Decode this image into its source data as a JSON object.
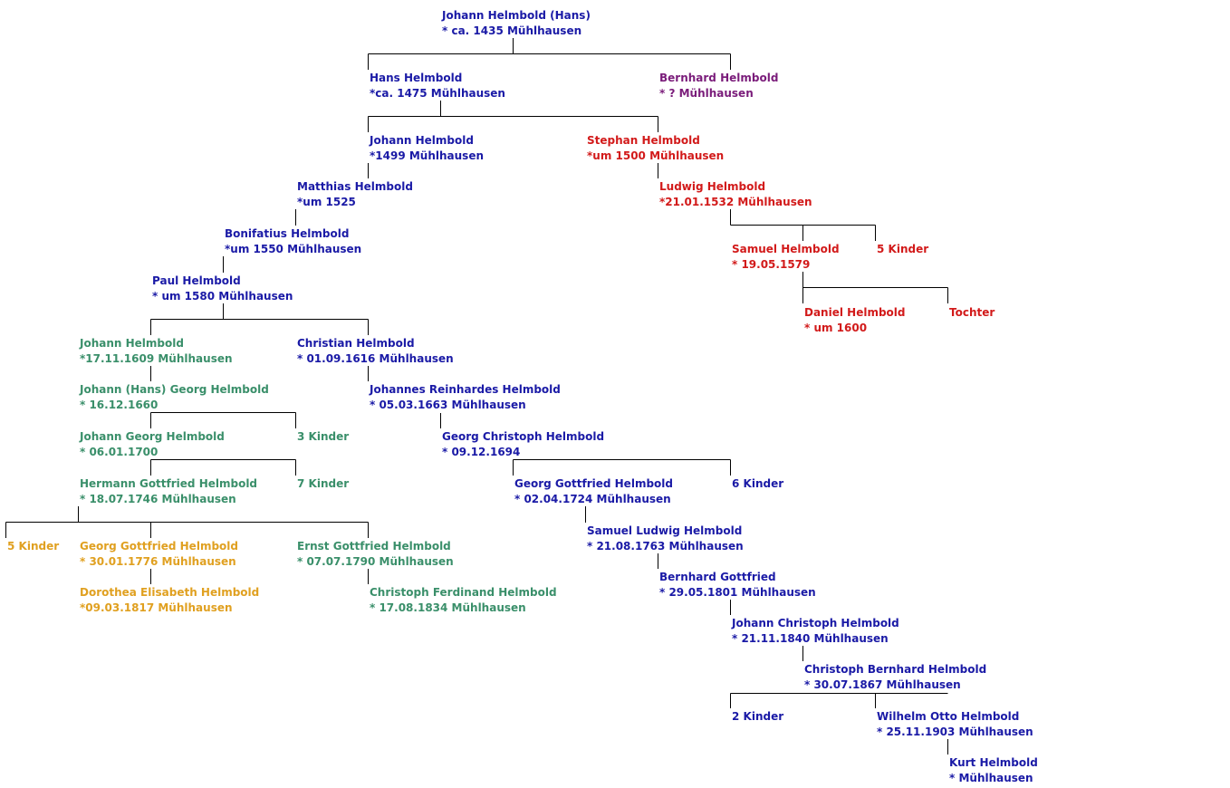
{
  "persons": [
    {
      "id": "johann-hans-1435",
      "name": "Johann Helmbold (Hans)",
      "info": "* ca. 1435 Mühlhausen",
      "color": "blue"
    },
    {
      "id": "hans-1475",
      "name": "Hans Helmbold",
      "info": "*ca. 1475 Mühlhausen",
      "color": "blue"
    },
    {
      "id": "bernhard",
      "name": "Bernhard Helmbold",
      "info": "* ? Mühlhausen",
      "color": "purple"
    },
    {
      "id": "johann-1499",
      "name": "Johann Helmbold",
      "info": "*1499 Mühlhausen",
      "color": "blue"
    },
    {
      "id": "stephan-1500",
      "name": "Stephan Helmbold",
      "info": "*um 1500 Mühlhausen",
      "color": "red"
    },
    {
      "id": "matthias-1525",
      "name": "Matthias Helmbold",
      "info": "*um 1525",
      "color": "blue"
    },
    {
      "id": "ludwig-1532",
      "name": "Ludwig Helmbold",
      "info": "*21.01.1532 Mühlhausen",
      "color": "red"
    },
    {
      "id": "bonifatius-1550",
      "name": "Bonifatius Helmbold",
      "info": "*um 1550 Mühlhausen",
      "color": "blue"
    },
    {
      "id": "samuel-1579",
      "name": "Samuel Helmbold",
      "info": "* 19.05.1579",
      "color": "red"
    },
    {
      "id": "kinder5-a",
      "name": "5 Kinder",
      "info": "",
      "color": "red"
    },
    {
      "id": "paul-1580",
      "name": "Paul Helmbold",
      "info": "* um 1580 Mühlhausen",
      "color": "blue"
    },
    {
      "id": "daniel-1600",
      "name": "Daniel Helmbold",
      "info": "* um 1600",
      "color": "red"
    },
    {
      "id": "tochter",
      "name": "Tochter",
      "info": "",
      "color": "red"
    },
    {
      "id": "johann-1609",
      "name": "Johann Helmbold",
      "info": "*17.11.1609 Mühlhausen",
      "color": "green"
    },
    {
      "id": "christian-1616",
      "name": "Christian Helmbold",
      "info": "* 01.09.1616 Mühlhausen",
      "color": "blue"
    },
    {
      "id": "johann-georg-1660",
      "name": "Johann (Hans) Georg Helmbold",
      "info": "* 16.12.1660",
      "color": "green"
    },
    {
      "id": "johannes-reinhardes-1663",
      "name": "Johannes Reinhardes Helmbold",
      "info": "* 05.03.1663 Mühlhausen",
      "color": "blue"
    },
    {
      "id": "johann-georg-1700",
      "name": "Johann Georg Helmbold",
      "info": "* 06.01.1700",
      "color": "green"
    },
    {
      "id": "kinder3",
      "name": "3 Kinder",
      "info": "",
      "color": "green"
    },
    {
      "id": "georg-christoph-1694",
      "name": "Georg Christoph Helmbold",
      "info": "* 09.12.1694",
      "color": "blue"
    },
    {
      "id": "hermann-gottfried-1746",
      "name": "Hermann Gottfried Helmbold",
      "info": "* 18.07.1746 Mühlhausen",
      "color": "green"
    },
    {
      "id": "kinder7",
      "name": "7 Kinder",
      "info": "",
      "color": "green"
    },
    {
      "id": "georg-gottfried-1724",
      "name": "Georg Gottfried Helmbold",
      "info": "* 02.04.1724  Mühlhausen",
      "color": "blue"
    },
    {
      "id": "kinder6",
      "name": "6 Kinder",
      "info": "",
      "color": "blue"
    },
    {
      "id": "samuel-ludwig-1763",
      "name": "Samuel Ludwig Helmbold",
      "info": "* 21.08.1763 Mühlhausen",
      "color": "blue"
    },
    {
      "id": "kinder5-b",
      "name": "5 Kinder",
      "info": "",
      "color": "orange"
    },
    {
      "id": "georg-gottfried-1776",
      "name": "Georg Gottfried Helmbold",
      "info": "* 30.01.1776 Mühlhausen",
      "color": "orange"
    },
    {
      "id": "ernst-gottfried-1790",
      "name": "Ernst Gottfried Helmbold",
      "info": "* 07.07.1790 Mühlhausen",
      "color": "green"
    },
    {
      "id": "bernhard-gottfried-1801",
      "name": "Bernhard Gottfried",
      "info": "* 29.05.1801 Mühlhausen",
      "color": "blue"
    },
    {
      "id": "dorothea-elisabeth-1817",
      "name": "Dorothea Elisabeth Helmbold",
      "info": "*09.03.1817 Mühlhausen",
      "color": "orange"
    },
    {
      "id": "christoph-ferdinand-1834",
      "name": "Christoph Ferdinand Helmbold",
      "info": "* 17.08.1834 Mühlhausen",
      "color": "green"
    },
    {
      "id": "johann-christoph-1840",
      "name": "Johann Christoph Helmbold",
      "info": "* 21.11.1840 Mühlhausen",
      "color": "blue"
    },
    {
      "id": "christoph-bernhard-1867",
      "name": "Christoph Bernhard Helmbold",
      "info": "* 30.07.1867 Mühlhausen",
      "color": "blue"
    },
    {
      "id": "kinder2",
      "name": "2 Kinder",
      "info": "",
      "color": "blue"
    },
    {
      "id": "wilhelm-otto-1903",
      "name": "Wilhelm Otto Helmbold",
      "info": "* 25.11.1903 Mühlhausen",
      "color": "blue"
    },
    {
      "id": "kurt",
      "name": "Kurt Helmbold",
      "info": "* Mühlhausen",
      "color": "blue"
    }
  ]
}
